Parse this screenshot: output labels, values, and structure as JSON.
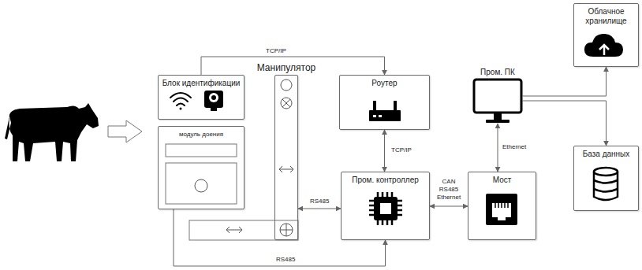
{
  "diagram": {
    "nodes": [
      {
        "text": [
          "Блок идентификации"
        ]
      },
      {
        "text": [
          "модуль доения"
        ]
      },
      {
        "text": [
          "Манипулятор"
        ]
      },
      {
        "text": [
          "Роутер"
        ]
      },
      {
        "text": [
          "Пром. контроллер"
        ]
      },
      {
        "text": [
          "Мост"
        ]
      },
      {
        "text": [
          "Пром. ПК"
        ]
      },
      {
        "text": [
          "Облачное хранилище"
        ]
      },
      {
        "text": [
          "База данных"
        ]
      }
    ],
    "edges": [
      {
        "from": 0,
        "to": 3,
        "label": "TCP/IP",
        "arrow": "to"
      },
      {
        "from": 3,
        "to": 4,
        "label": "TCP/IP",
        "arrow": "both"
      },
      {
        "from": 2,
        "to": 4,
        "label": "RS485",
        "arrow": "both"
      },
      {
        "from": 1,
        "to": 4,
        "label": "RS485",
        "arrow": "to"
      },
      {
        "from": 4,
        "to": 5,
        "label": "CAN RS485 Ethernet",
        "arrow": "both"
      },
      {
        "from": 5,
        "to": 6,
        "label": "Ethernet",
        "arrow": "both"
      },
      {
        "from": 6,
        "to": 7,
        "arrow": "to"
      },
      {
        "from": 6,
        "to": 8,
        "arrow": "to"
      }
    ]
  }
}
